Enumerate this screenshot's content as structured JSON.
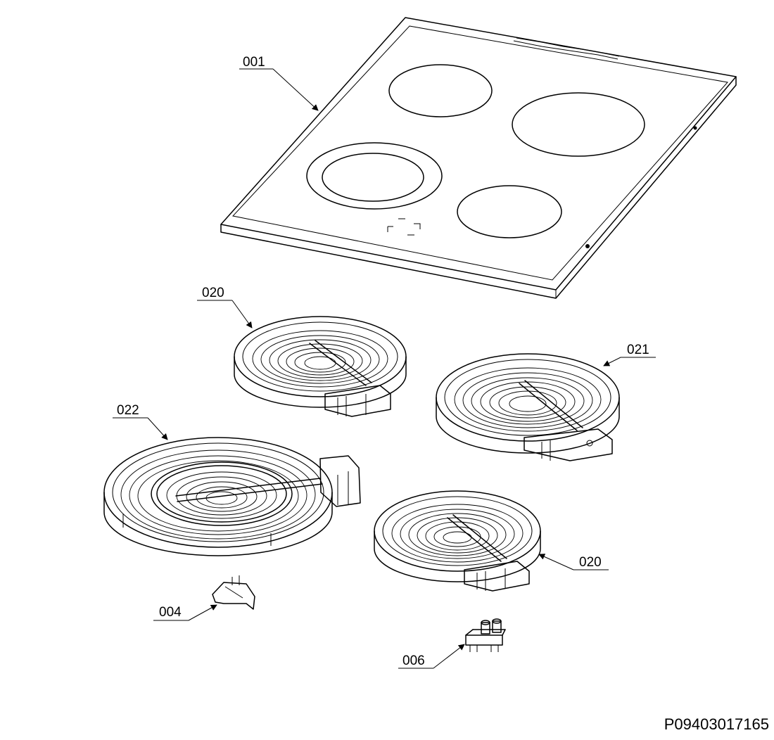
{
  "labels": {
    "hob_glass": "001",
    "zone_rear_left": "020",
    "zone_rear_right": "021",
    "zone_front_left": "022",
    "zone_front_right": "020",
    "clip": "004",
    "connector": "006"
  },
  "diagram_code": "P09403017165",
  "colors": {
    "line": "#000000",
    "background": "#ffffff"
  }
}
